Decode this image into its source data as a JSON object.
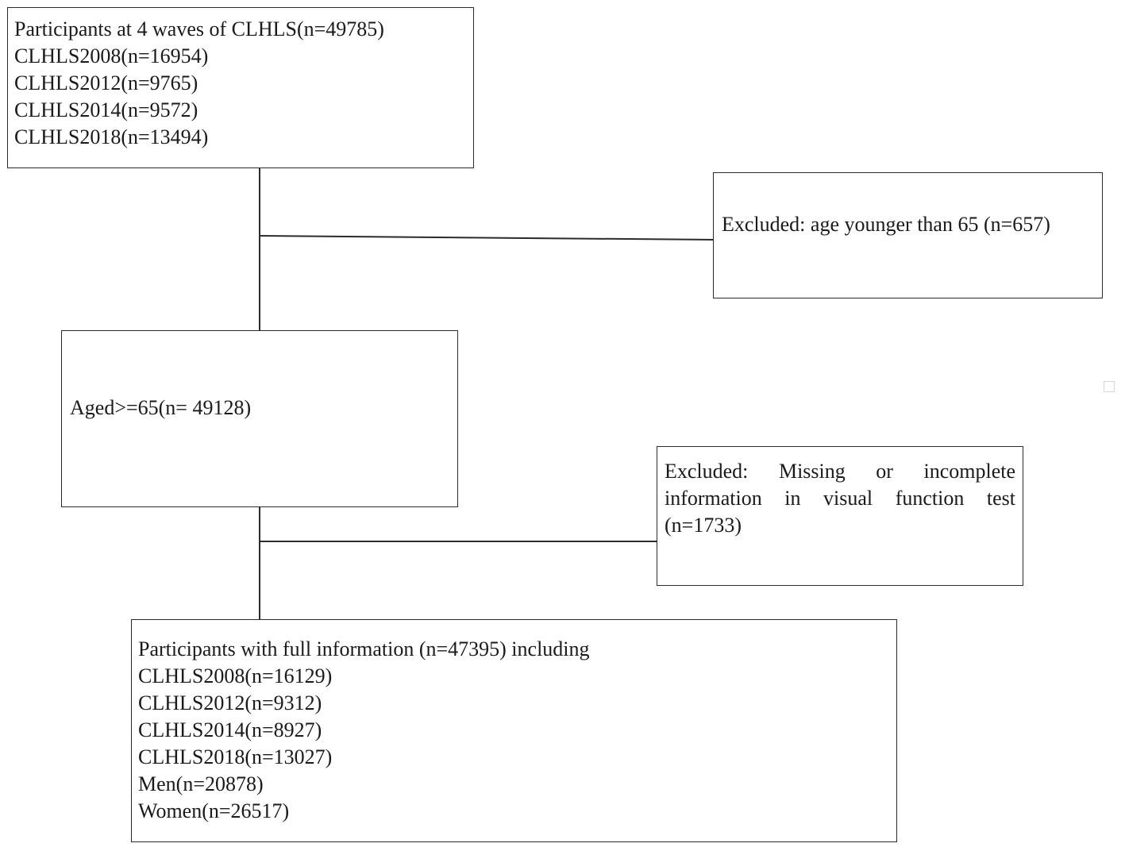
{
  "flowchart": {
    "start_box": {
      "lines": [
        "Participants at 4 waves of CLHLS(n=49785)",
        "CLHLS2008(n=16954)",
        "CLHLS2012(n=9765)",
        "CLHLS2014(n=9572)",
        "CLHLS2018(n=13494)"
      ]
    },
    "exclusion_age": {
      "text": "Excluded: age younger than 65 (n=657)"
    },
    "aged_box": {
      "text": "Aged>=65(n= 49128)"
    },
    "exclusion_vision": {
      "text_justified": "Excluded: Missing or incomplete information in visual function test",
      "text_last": "(n=1733)"
    },
    "final_box": {
      "lines": [
        "Participants with full information (n=47395) including",
        "CLHLS2008(n=16129)",
        "CLHLS2012(n=9312)",
        "CLHLS2014(n=8927)",
        "CLHLS2018(n=13027)",
        "Men(n=20878)",
        "Women(n=26517)"
      ]
    },
    "colors": {
      "stroke": "#2b2b2b",
      "text": "#1a1a1a",
      "background": "#ffffff"
    }
  }
}
